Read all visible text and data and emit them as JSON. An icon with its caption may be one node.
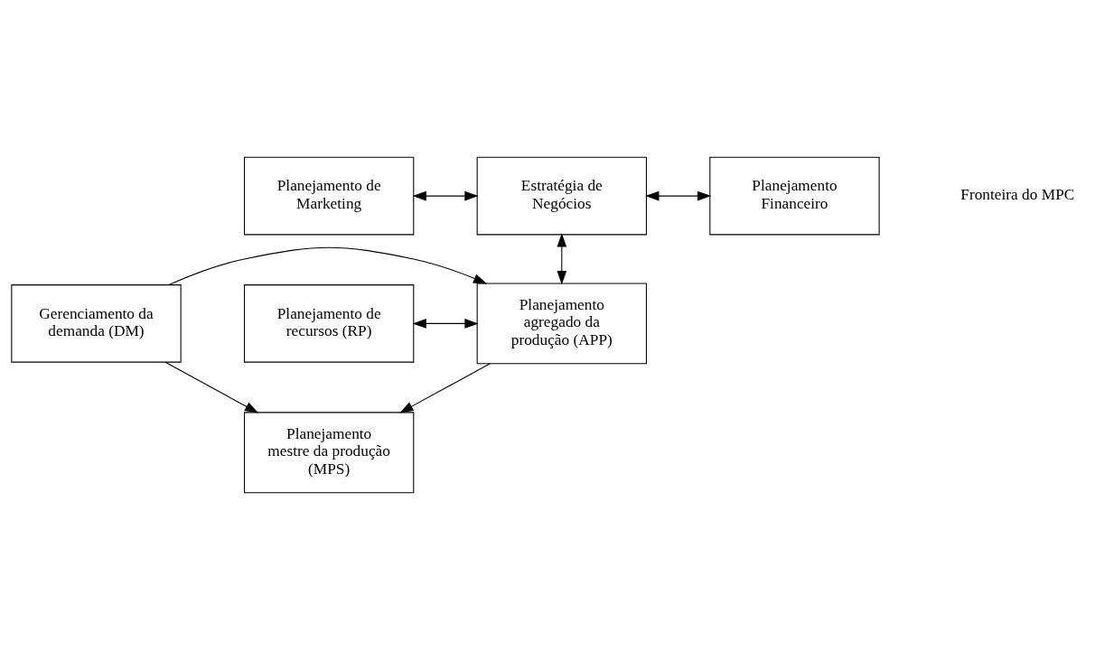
{
  "diagram": {
    "nodes": [
      {
        "text": [
          "Planejamento de Marketing"
        ]
      },
      {
        "text": [
          "Estratégia de Negócios"
        ]
      },
      {
        "text": [
          "Planejamento Financeiro"
        ]
      },
      {
        "text": [
          "Planejamento de recursos (RP)"
        ]
      },
      {
        "text": [
          "Planejamento agregado da produção (APP)"
        ]
      },
      {
        "text": [
          "Gerenciamento da demanda (DM)"
        ]
      },
      {
        "text": [
          "Planejamento mestre da produção (MPS)"
        ]
      }
    ],
    "edges": [
      {
        "from": 0,
        "to": 1,
        "arrow": "both"
      },
      {
        "from": 1,
        "to": 2,
        "arrow": "both"
      },
      {
        "from": 1,
        "to": 4,
        "arrow": "both"
      },
      {
        "from": 3,
        "to": 4,
        "arrow": "both"
      },
      {
        "from": 5,
        "to": 4,
        "arrow": "to"
      },
      {
        "from": 4,
        "to": 6,
        "arrow": "to"
      },
      {
        "from": 5,
        "to": 6,
        "arrow": "to"
      }
    ],
    "labels": [
      "Fronteira do MPC"
    ]
  }
}
